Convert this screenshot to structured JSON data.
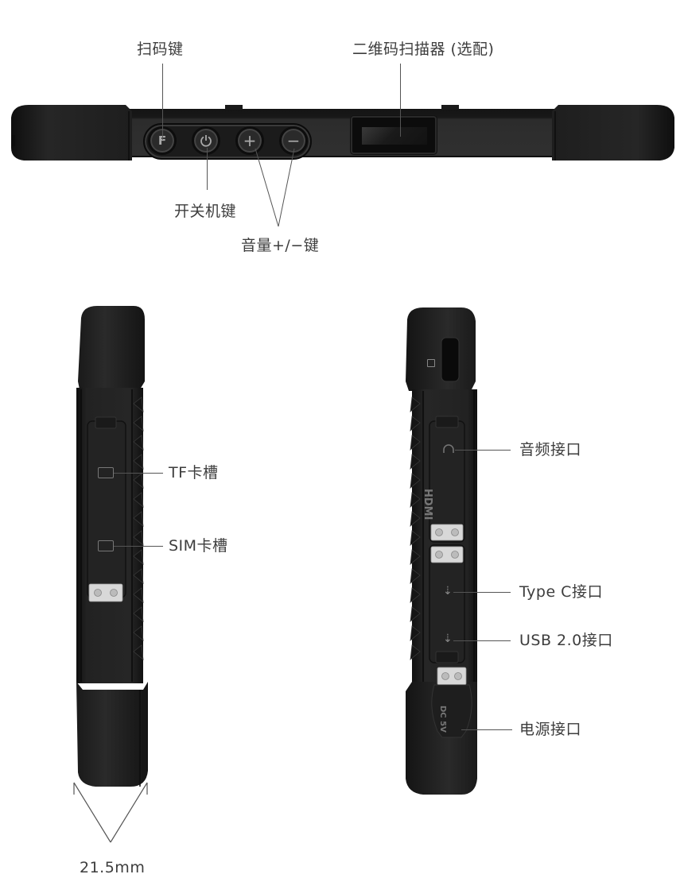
{
  "top_view": {
    "labels": {
      "scan_key": "扫码键",
      "qr_scanner": "二维码扫描器 (选配)",
      "power_key": "开关机键",
      "volume_keys": "音量+/−键"
    },
    "buttons": [
      {
        "id": "scan",
        "glyph": "F"
      },
      {
        "id": "power",
        "glyph": "⏻"
      },
      {
        "id": "volume-up",
        "glyph": "+"
      },
      {
        "id": "volume-down",
        "glyph": "−"
      }
    ]
  },
  "left_side_view": {
    "labels": {
      "tf_slot": "TF卡槽",
      "sim_slot": "SIM卡槽"
    },
    "thickness_label": "21.5mm"
  },
  "right_side_view": {
    "labels": {
      "audio_port": "音频接口",
      "type_c_port": "Type C接口",
      "usb_port": "USB 2.0接口",
      "power_port": "电源接口"
    },
    "port_markings": {
      "hdmi": "HDMI",
      "dc": "DC 5V"
    }
  },
  "colors": {
    "device_body": "#1c1c1c",
    "device_panel": "#2e2e2e",
    "label_text": "#3d3d3d",
    "leader_line": "#555555",
    "metal_plate": "#d8d8d8"
  }
}
